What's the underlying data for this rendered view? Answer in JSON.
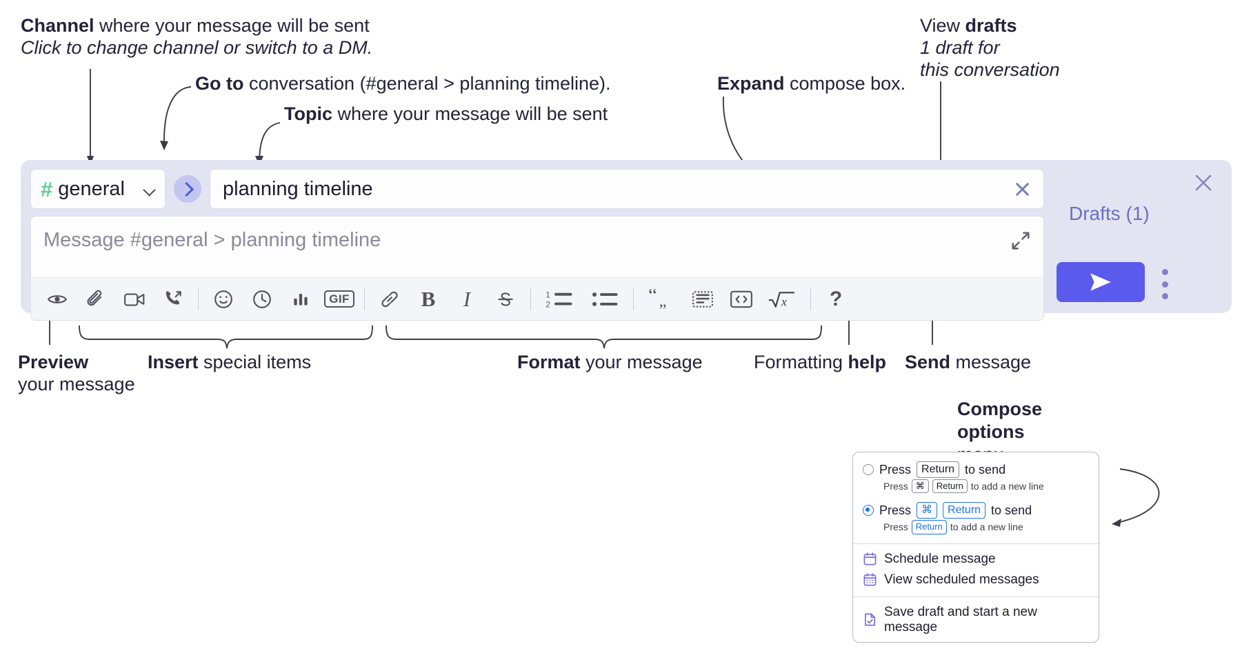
{
  "annotations": {
    "channel": {
      "bold": "Channel",
      "rest": " where your message will be sent",
      "sub": "Click to change channel or switch to a DM."
    },
    "goto": {
      "bold": "Go to",
      "rest": " conversation (#general > planning timeline)."
    },
    "topic": {
      "bold": "Topic",
      "rest": " where your message will be sent"
    },
    "expand": {
      "bold": "Expand",
      "rest": " compose box."
    },
    "view_drafts": {
      "bold_lead": "View ",
      "bold": "drafts",
      "sub1": "1 draft for",
      "sub2": "this conversation"
    },
    "preview": {
      "bold": "Preview",
      "sub": "your message"
    },
    "insert": {
      "bold": "Insert",
      "rest": " special items"
    },
    "format": {
      "bold": "Format",
      "rest": " your message"
    },
    "formatting_help": {
      "lead": "Formatting ",
      "bold": "help"
    },
    "send": {
      "bold": "Send",
      "rest": " message"
    },
    "compose_options": {
      "bold1": "Compose",
      "bold2": "options",
      "rest": "menu"
    }
  },
  "compose": {
    "channel": {
      "hash": "#",
      "name": "general"
    },
    "topic_value": "planning timeline",
    "message_placeholder": "Message #general > planning timeline",
    "drafts_label": "Drafts (1)",
    "accent_color": "#5a5aec",
    "widget_bg": "#e3e4f1",
    "hash_color": "#5fcf97",
    "toolbar": {
      "insert_group": [
        {
          "name": "preview-icon",
          "label": "Preview"
        },
        {
          "name": "attachment-icon",
          "label": "Attach file"
        },
        {
          "name": "video-icon",
          "label": "Record video clip"
        },
        {
          "name": "call-icon",
          "label": "Start a call"
        }
      ],
      "special_group": [
        {
          "name": "emoji-icon",
          "label": "Emoji"
        },
        {
          "name": "clock-icon",
          "label": "Schedule"
        },
        {
          "name": "poll-icon",
          "label": "Poll"
        },
        {
          "name": "gif-icon",
          "label": "GIF"
        }
      ],
      "format_group": [
        {
          "name": "link-icon",
          "label": "Link"
        },
        {
          "name": "bold-icon",
          "label": "B"
        },
        {
          "name": "italic-icon",
          "label": "I"
        },
        {
          "name": "strikethrough-icon",
          "label": "Strikethrough"
        }
      ],
      "list_group": [
        {
          "name": "ordered-list-icon",
          "label": "Ordered list"
        },
        {
          "name": "bulleted-list-icon",
          "label": "Bulleted list"
        }
      ],
      "block_group": [
        {
          "name": "blockquote-icon",
          "label": "Blockquote"
        },
        {
          "name": "spoiler-icon",
          "label": "Spoiler"
        },
        {
          "name": "code-icon",
          "label": "Code"
        },
        {
          "name": "math-icon",
          "label": "Math"
        }
      ],
      "help": {
        "name": "help-icon",
        "label": "?"
      }
    }
  },
  "menu": {
    "options": [
      {
        "selected": false,
        "lead": "Press",
        "keys": [
          "Return"
        ],
        "tail": "to send",
        "sub_lead": "Press",
        "sub_keys": [
          "⌘",
          "Return"
        ],
        "sub_tail": "to add a new line"
      },
      {
        "selected": true,
        "lead": "Press",
        "keys": [
          "⌘",
          "Return"
        ],
        "tail": "to send",
        "sub_lead": "Press",
        "sub_keys": [
          "Return"
        ],
        "sub_tail": "to add a new line"
      }
    ],
    "items": [
      {
        "icon": "calendar-icon",
        "label": "Schedule message"
      },
      {
        "icon": "calendar-grid-icon",
        "label": "View scheduled messages"
      },
      {
        "icon": "save-draft-icon",
        "label": "Save draft and start a new message"
      }
    ]
  }
}
